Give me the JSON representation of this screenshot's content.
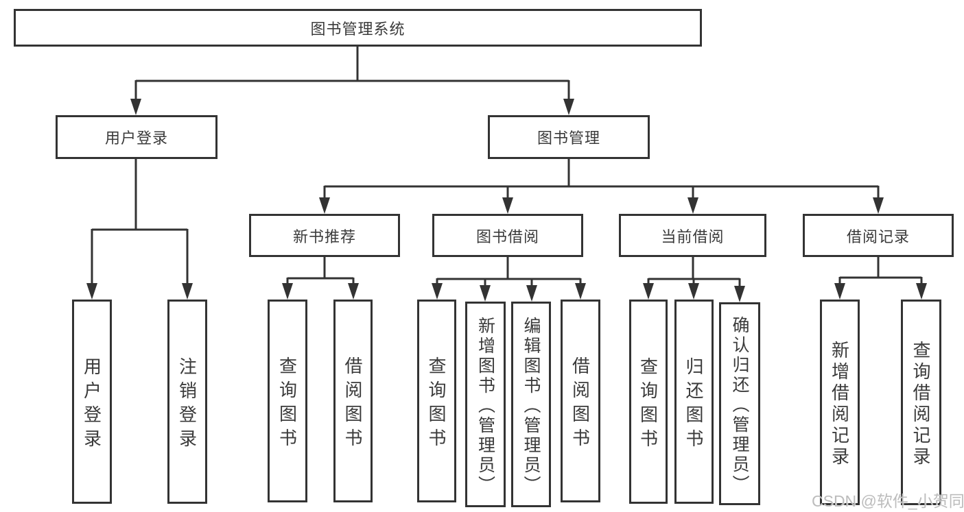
{
  "tree": {
    "root": {
      "label": "图书管理系统"
    },
    "user_login": {
      "label": "用户登录",
      "children": {
        "login": "用户登录",
        "logout": "注销登录"
      }
    },
    "book_management": {
      "label": "图书管理",
      "new_book_rec": {
        "label": "新书推荐",
        "children": {
          "query": "查询图书",
          "borrow": "借阅图书"
        }
      },
      "book_borrow": {
        "label": "图书借阅",
        "children": {
          "query": "查询图书",
          "add": "新增图书（管理员）",
          "edit": "编辑图书（管理员）",
          "borrow": "借阅图书"
        }
      },
      "current_borrow": {
        "label": "当前借阅",
        "children": {
          "query": "查询图书",
          "return": "归还图书",
          "confirm": "确认归还（管理员）"
        }
      },
      "borrow_records": {
        "label": "借阅记录",
        "children": {
          "add": "新增借阅记录",
          "query": "查询借阅记录"
        }
      }
    }
  },
  "watermark": "CSDN @软件_小贺同学",
  "colors": {
    "line": "#333333",
    "text": "#3a3a3a",
    "watermark": "#bcbcbc"
  }
}
